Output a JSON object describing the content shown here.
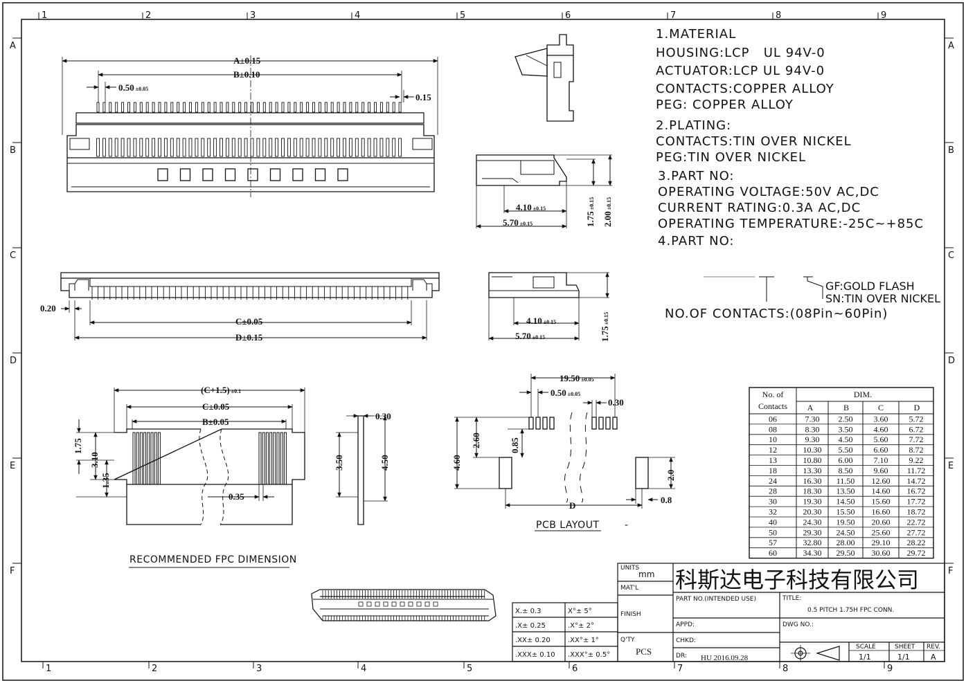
{
  "border": {
    "columns": [
      "1",
      "2",
      "3",
      "4",
      "5",
      "6",
      "7",
      "8",
      "9"
    ],
    "rows": [
      "A",
      "B",
      "C",
      "D",
      "E",
      "F"
    ]
  },
  "specs": {
    "material_header": "1.MATERIAL",
    "housing": "HOUSING:LCP   UL 94V-0",
    "actuator": "ACTUATOR:LCP UL 94V-0",
    "contacts_mat": "CONTACTS:COPPER ALLOY",
    "peg_mat": "PEG: COPPER ALLOY",
    "plating_header": "2.PLATING:",
    "contacts_plating": "CONTACTS:TIN OVER NICKEL",
    "peg_plating": "PEG:TIN OVER NICKEL",
    "part_no_3": "3.PART NO:",
    "voltage": "OPERATING VOLTAGE:50V AC,DC",
    "current": "CURRENT RATING:0.3A AC,DC",
    "temperature": "OPERATING TEMPERATURE:-25C~+85C",
    "part_no_4": "4.PART NO:",
    "gf": "GF:GOLD FLASH",
    "sn": "SN:TIN OVER NICKEL",
    "contacts_range": "NO.OF CONTACTS:(08Pin~60Pin)"
  },
  "dims": {
    "a": "A±0.15",
    "b": "B±0.10",
    "pitch": "0.50",
    "pitch_tol": "±0.05",
    "w015": "0.15",
    "side_410": "4.10",
    "side_570": "5.70",
    "tol015": "±0.15",
    "side_175": "1.75",
    "side_200": "2.00",
    "w020": "0.20",
    "c": "C±0.05",
    "d": "D±0.15",
    "fpc_c15": "(C+1.5)",
    "fpc_c15_tol": "±0.1",
    "fpc_c": "C±0.05",
    "fpc_b": "B±0.05",
    "fpc_175": "1.75",
    "fpc_310": "3.10",
    "fpc_135": "1.35",
    "fpc_035": "0.35",
    "fpc_title": "RECOMMENDED FPC DIMENSION",
    "t030": "0.30",
    "t350": "3.50",
    "t450": "4.50",
    "pcb_1950": "19.50",
    "pcb_1950_tol": "±0.05",
    "pcb_050": "0.50",
    "pcb_050_tol": "±0.05",
    "pcb_030": "0.30",
    "pcb_460": "4.60",
    "pcb_260": "2.60",
    "pcb_085": "0.85",
    "pcb_20": "2.0",
    "pcb_08": "0.8",
    "pcb_d": "D",
    "pcb_title": "PCB LAYOUT",
    "pcb_dash": "-"
  },
  "table": {
    "head_contacts_1": "No. of",
    "head_contacts_2": "Contacts",
    "head_dim": "DIM.",
    "cols": [
      "A",
      "B",
      "C",
      "D"
    ],
    "rows": [
      [
        "06",
        "7.30",
        "2.50",
        "3.60",
        "5.72"
      ],
      [
        "08",
        "8.30",
        "3.50",
        "4.60",
        "6.72"
      ],
      [
        "10",
        "9.30",
        "4.50",
        "5.60",
        "7.72"
      ],
      [
        "12",
        "10.30",
        "5.50",
        "6.60",
        "8.72"
      ],
      [
        "13",
        "10.80",
        "6.00",
        "7.10",
        "9.22"
      ],
      [
        "18",
        "13.30",
        "8.50",
        "9.60",
        "11.72"
      ],
      [
        "24",
        "16.30",
        "11.50",
        "12.60",
        "14.72"
      ],
      [
        "28",
        "18.30",
        "13.50",
        "14.60",
        "16.72"
      ],
      [
        "30",
        "19.30",
        "14.50",
        "15.60",
        "17.72"
      ],
      [
        "32",
        "20.30",
        "15.50",
        "16.60",
        "18.72"
      ],
      [
        "40",
        "24.30",
        "19.50",
        "20.60",
        "22.72"
      ],
      [
        "50",
        "29.30",
        "24.50",
        "25.60",
        "27.72"
      ],
      [
        "57",
        "32.80",
        "28.00",
        "29.10",
        "28.22"
      ],
      [
        "60",
        "34.30",
        "29.50",
        "30.60",
        "29.72"
      ]
    ]
  },
  "titleblock": {
    "tol": [
      [
        "X.± 0.3",
        "X°± 5°"
      ],
      [
        ".X± 0.25",
        ".X°± 2°"
      ],
      [
        ".XX± 0.20",
        ".XX°± 1°"
      ],
      [
        ".XXX± 0.10",
        ".XXX°± 0.5°"
      ]
    ],
    "units_label": "UNITS",
    "units_value": "mm",
    "matl": "MAT'L",
    "finish": "FINISH",
    "qty": "Q'TY",
    "qty_value": "PCS",
    "company": "科斯达电子科技有限公司",
    "part_no": "PART NO.(INTENDED USE)",
    "title_label": "TITLE:",
    "title_value": "0.5 PITCH 1.75H FPC CONN.",
    "appd": "APPD:",
    "dwg_no": "DWG NO.:",
    "chkd": "CHKD:",
    "dr": "DR:",
    "dr_value": "HU 2016.09.28",
    "scale_label": "SCALE",
    "scale_value": "1/1",
    "sheet_label": "SHEET",
    "sheet_value": "1/1",
    "rev_label": "REV.",
    "rev_value": "A"
  }
}
